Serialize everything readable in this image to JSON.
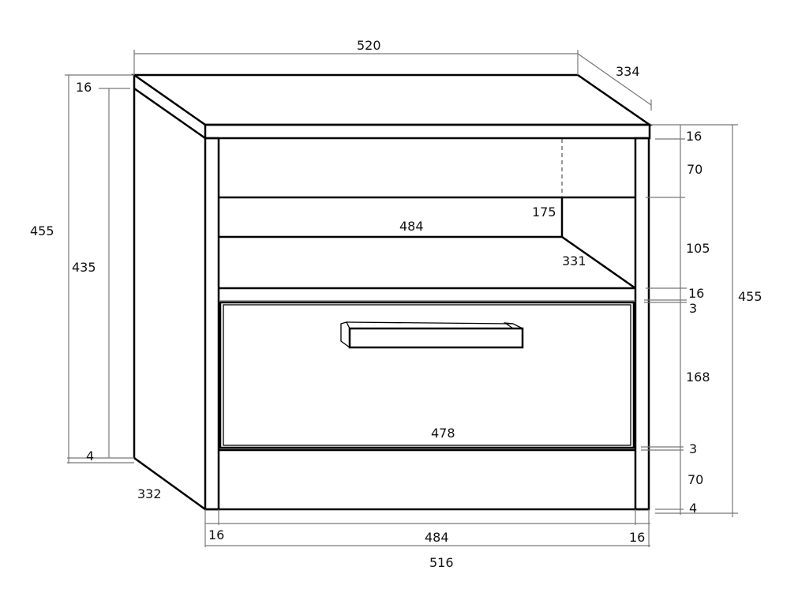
{
  "drawing": {
    "title": "Nightstand with open shelf and drawer",
    "dimensions": {
      "overall_width_top": "520",
      "top_depth": "334",
      "overall_height_left": "455",
      "side_height": "435",
      "top_thickness_left": "16",
      "plinth_gap_left": "4",
      "side_depth": "332",
      "top_thickness_right": "16",
      "upper_gap": "70",
      "shelf_opening": "105",
      "rail_thickness": "16",
      "drawer_gap_top": "3",
      "drawer_height": "168",
      "drawer_gap_bottom": "3",
      "plinth_height": "70",
      "bottom_gap": "4",
      "overall_height_right": "455",
      "shelf_width": "484",
      "back_height": "175",
      "shelf_depth": "331",
      "drawer_width": "478",
      "side_left": "16",
      "inner_width": "484",
      "side_right": "16",
      "overall_width_bottom": "516"
    }
  }
}
